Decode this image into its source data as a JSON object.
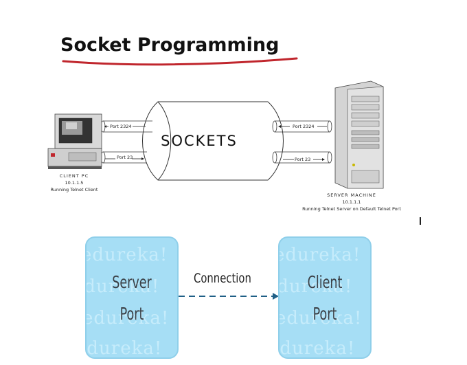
{
  "title": "Socket Programming",
  "top_diagram": {
    "center_label": "SOCKETS",
    "client": {
      "label": "CLIENT PC",
      "ip": "10.1.1.5",
      "role": "Running Telnet Client",
      "port_top": "Port 2324",
      "port_bottom": "Port 23"
    },
    "server": {
      "label": "SERVER MACHINE",
      "ip": "10.1.1.1",
      "role": "Running Telnet Server on  Default Telnet Port",
      "port_top": "Port 2324",
      "port_bottom": "Port 23"
    }
  },
  "bottom_diagram": {
    "server_box": {
      "line1": "Server",
      "line2": "Port"
    },
    "client_box": {
      "line1": "Client",
      "line2": "Port"
    },
    "connection_label": "Connection",
    "watermark": "edureka!",
    "colors": {
      "box_fill": "#a6def5",
      "arrow": "#1f5f86",
      "underline": "#c0262d"
    }
  }
}
